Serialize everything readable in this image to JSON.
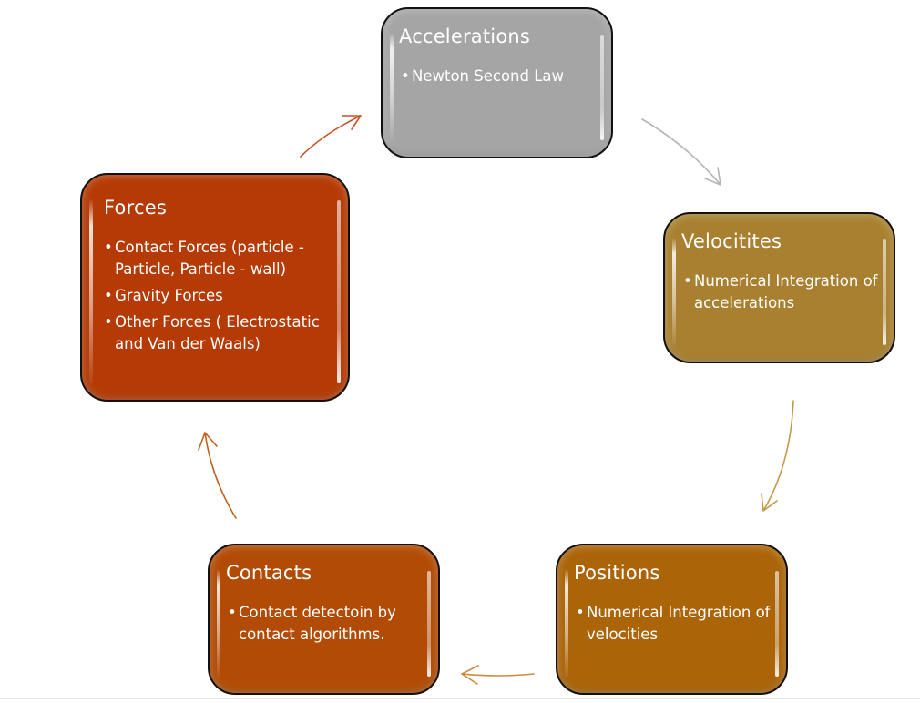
{
  "diagram": {
    "type": "cycle",
    "nodes": [
      {
        "id": "accelerations",
        "title": "Accelerations",
        "bullets": [
          "Newton Second Law"
        ],
        "color": "#a5a5a5"
      },
      {
        "id": "velocities",
        "title": "Velocitites",
        "bullets": [
          "Numerical Integration of accelerations"
        ],
        "color": "#a8802f"
      },
      {
        "id": "positions",
        "title": "Positions",
        "bullets": [
          "Numerical Integration of velocities"
        ],
        "color": "#ab6408"
      },
      {
        "id": "contacts",
        "title": "Contacts",
        "bullets": [
          "Contact detectoin by contact algorithms."
        ],
        "color": "#b24b05"
      },
      {
        "id": "forces",
        "title": "Forces",
        "bullets": [
          "Contact Forces (particle - Particle, Particle - wall)",
          "Gravity Forces",
          "Other Forces ( Electrostatic and Van der Waals)"
        ],
        "color": "#b53a05"
      }
    ],
    "edges": [
      {
        "from": "accelerations",
        "to": "velocities",
        "color": "#b4b4b4"
      },
      {
        "from": "velocities",
        "to": "positions",
        "color": "#c49a4a"
      },
      {
        "from": "positions",
        "to": "contacts",
        "color": "#cc8a3a"
      },
      {
        "from": "contacts",
        "to": "forces",
        "color": "#c0621e"
      },
      {
        "from": "forces",
        "to": "accelerations",
        "color": "#c65326"
      }
    ],
    "bullet_glyph": "•"
  }
}
